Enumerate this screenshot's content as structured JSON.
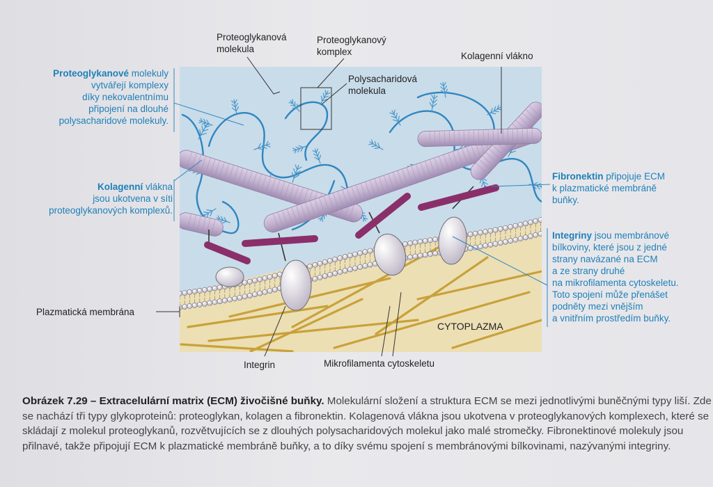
{
  "labels": {
    "proteoglycan_molecule": [
      "Proteoglykanová",
      "molekula"
    ],
    "proteoglycan_complex": [
      "Proteoglykanový",
      "komplex"
    ],
    "polysaccharide_molecule": [
      "Polysacharidová",
      "molekula"
    ],
    "collagen_fiber": "Kolagenní vlákno",
    "plasma_membrane": "Plazmatická membrána",
    "integrin": "Integrin",
    "microfilaments": "Mikrofilamenta cytoskeletu",
    "cytoplasm": "CYTOPLAZMA"
  },
  "notes": {
    "proteoglycans": {
      "term": "Proteoglykanové",
      "lines": [
        " molekuly",
        "vytvářejí komplexy",
        "díky nekovalentnímu",
        "připojení na dlouhé",
        "polysacharidové molekuly."
      ]
    },
    "collagen": {
      "term": "Kolagenní",
      "lines": [
        " vlákna",
        "jsou ukotvena v síti",
        "proteoglykanových komplexů."
      ]
    },
    "fibronectin": {
      "term": "Fibronektin",
      "lines": [
        " připojuje ECM",
        "k plazmatické membráně",
        "buňky."
      ]
    },
    "integrins": {
      "term": "Integriny",
      "lines": [
        " jsou membránové",
        "bílkoviny, které jsou z jedné",
        "strany navázané na ECM",
        "a ze strany druhé",
        "na mikrofilamenta cytoskeletu.",
        "Toto spojení může přenášet",
        "podněty mezi vnějším",
        "a vnitřním prostředím buňky."
      ]
    }
  },
  "caption": {
    "title": "Obrázek 7.29 – Extracelulární matrix (ECM) živočišné buňky.",
    "text": " Molekulární složení a struktura ECM se mezi jednotlivými buněčnými typy liší. Zde se nachází tři typy glykoproteinů: proteoglykan, kolagen a fibronektin. Kolagenová vlákna jsou ukotvena v proteoglykanových komplexech, které se skládají z molekul proteoglykanů, rozvětvujících se z dlouhých polysacharidových molekul jako malé stromečky. Fibronektinové molekuly jsou přilnavé, takže připojují ECM k plazmatické membráně buňky, a to díky svému spojení s membránovými bílkovinami, nazývanými integriny."
  },
  "colors": {
    "ecm_bg": "#c9dcea",
    "cytoplasm_bg": "#ecdfb4",
    "polysaccharide": "#2f86bf",
    "collagen": "#c3b3d0",
    "fibronectin": "#8a2f6a",
    "integrin": "#c8c0d4",
    "microfilament": "#c9a13a",
    "accent_text": "#1f7fb8"
  }
}
